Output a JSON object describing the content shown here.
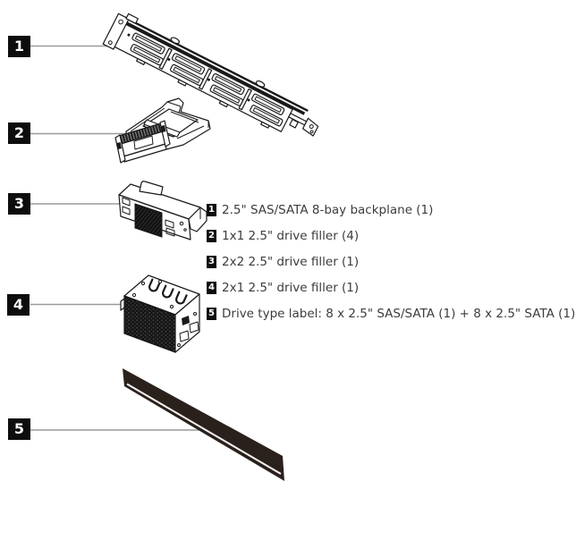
{
  "figure": {
    "parts": [
      {
        "number": "1",
        "label": "2.5\" SAS/SATA 8-bay backplane (1)"
      },
      {
        "number": "2",
        "label": "1x1 2.5\" drive filler (4)"
      },
      {
        "number": "3",
        "label": "2x2 2.5\" drive filler (1)"
      },
      {
        "number": "4",
        "label": "2x1 2.5\" drive filler (1)"
      },
      {
        "number": "5",
        "label": "Drive type label: 8 x 2.5\" SAS/SATA (1) + 8 x 2.5\" SATA (1)"
      }
    ]
  },
  "colors": {
    "ink": "#1a1a1a",
    "leader": "#9a9a9a",
    "text": "#3c3c3c",
    "calloutBg": "#0d0d0d",
    "calloutFg": "#ffffff",
    "labelStrip": "#2a211c"
  }
}
